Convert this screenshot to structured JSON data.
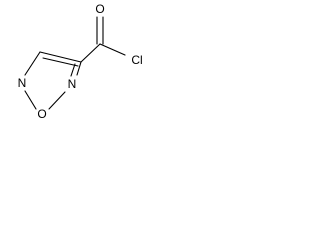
{
  "molecule": {
    "atoms": {
      "carbonyl_oxygen": "O",
      "chlorine": "Cl",
      "ring_nitrogen_left": "N",
      "ring_nitrogen_right": "N",
      "ring_oxygen": "O"
    }
  }
}
